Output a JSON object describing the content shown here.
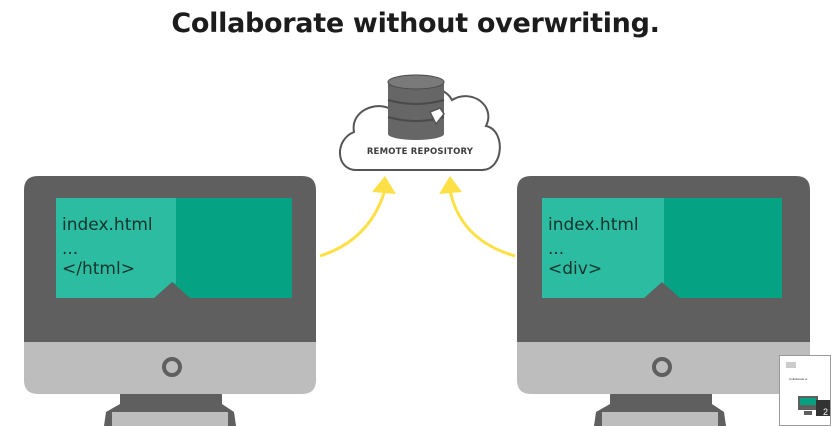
{
  "title": "Collaborate without overwriting.",
  "cloud": {
    "label": "REMOTE REPOSITORY"
  },
  "left_monitor": {
    "filename": "index.html",
    "ellipsis": "...",
    "snippet": "</html>"
  },
  "right_monitor": {
    "filename": "index.html",
    "ellipsis": "...",
    "snippet": "<div>"
  },
  "thumbnail": {
    "title": "Collaborate w",
    "count": "2"
  },
  "colors": {
    "monitor_frame": "#5f5f5f",
    "monitor_chin": "#bdbdbd",
    "screen_left_panel": "#2bbca2",
    "screen_right_panel": "#05a384",
    "arrow": "#fde046",
    "cloud_stroke": "#555555",
    "database": "#666666"
  }
}
